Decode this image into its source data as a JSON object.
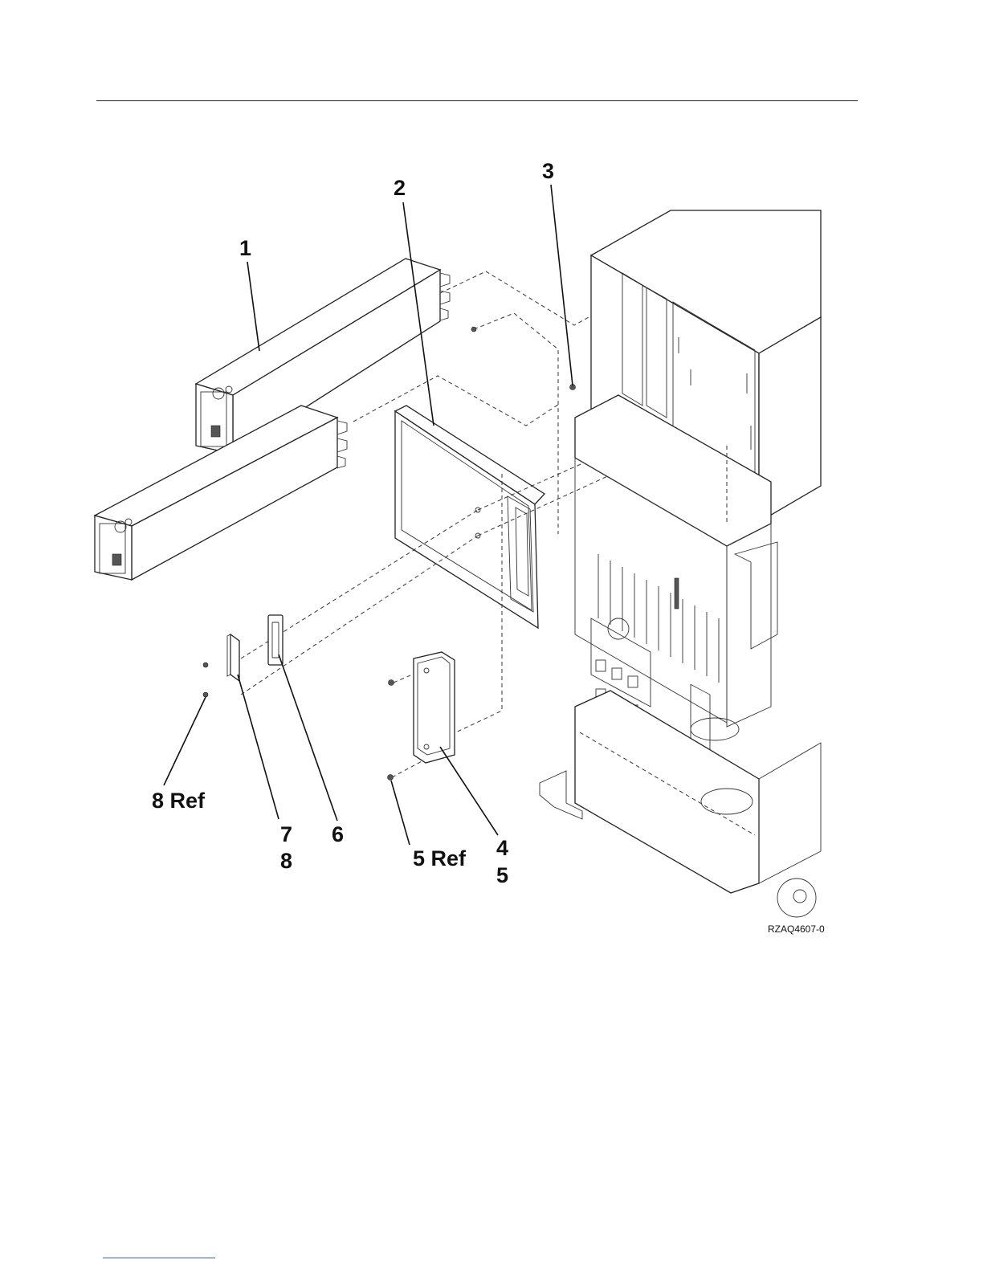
{
  "callouts": {
    "c1": "1",
    "c2": "2",
    "c3": "3",
    "c4": "4",
    "c4b": "5",
    "c5ref": "5 Ref",
    "c6": "6",
    "c7": "7",
    "c7b": "8",
    "c8ref": "8 Ref"
  },
  "figure_id": "RZAQ4607-0"
}
